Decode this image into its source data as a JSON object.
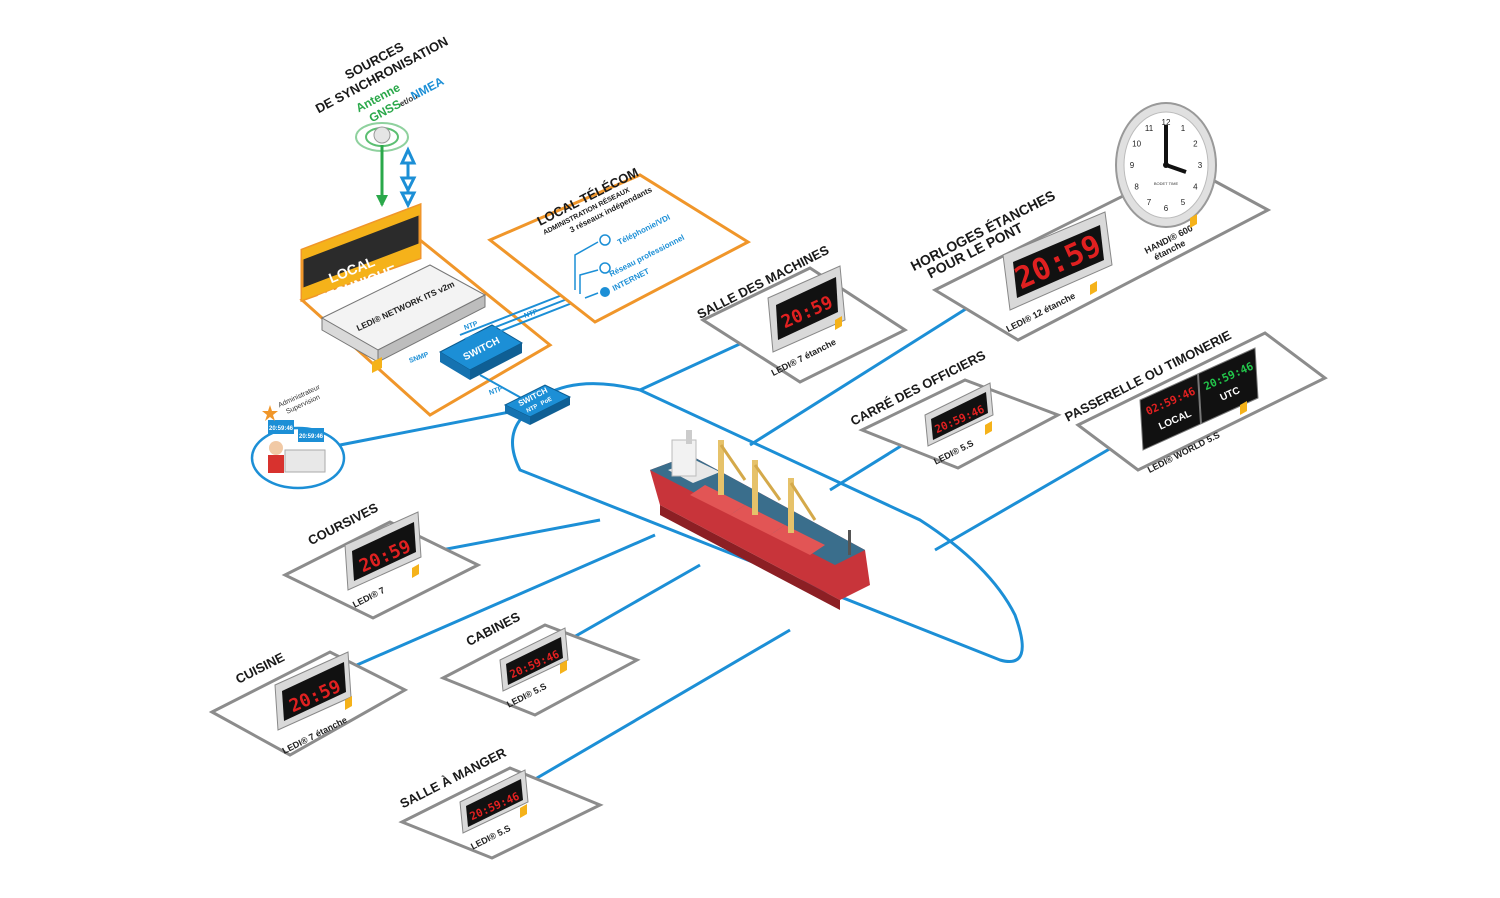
{
  "colors": {
    "network_line": "#1c8fd6",
    "zone_border": "#8c8c8c",
    "local_border": "#f0962a",
    "led_red": "#e02020",
    "led_green": "#22c44a",
    "ship_hull": "#c8343a",
    "gnss_green": "#2aa84a",
    "nmea_blue": "#1c8fd6"
  },
  "sources": {
    "title_line1": "SOURCES",
    "title_line2": "DE SYNCHRONISATION",
    "antenne": "Antenne",
    "gnss": "GNSS",
    "etou": "et/ou",
    "nmea": "NMEA"
  },
  "local_technique": {
    "title_line1": "LOCAL",
    "title_line2": "TECHNIQUE",
    "server_label": "LEDI® NETWORK ITS v2m",
    "switch_label": "SWITCH",
    "snmp": "SNMP",
    "ntp1": "NTP",
    "ntp2": "NTP",
    "ntp3": "NTP"
  },
  "switch2": {
    "line1": "SWITCH",
    "line2": "NTP",
    "line3": "PoE"
  },
  "local_telecom": {
    "title": "LOCAL TÉLÉCOM",
    "subtitle": "ADMINISTRATION RÉSEAUX",
    "networks_title": "3 réseaux indépendants",
    "net1": "Téléphonie/VDI",
    "net2": "Réseau professionnel",
    "net3": "INTERNET"
  },
  "admin": {
    "line1": "Administrateur",
    "line2": "Supervision",
    "screen1": "20:59:46",
    "screen2": "20:59:46"
  },
  "zones": {
    "salle_machines": {
      "title": "SALLE DES MACHINES",
      "device": "LEDI® 7 étanche",
      "time": "20:59"
    },
    "horloges": {
      "title_line1": "HORLOGES ÉTANCHES",
      "title_line2": "POUR LE PONT",
      "device": "LEDI® 12 étanche",
      "time": "20:59"
    },
    "handi": {
      "device_line1": "HANDI® 600",
      "device_line2": "étanche",
      "brand": "BODET TIME"
    },
    "carre": {
      "title": "CARRÉ DES OFFICIERS",
      "device": "LEDI® 5.S",
      "time": "20:59:46"
    },
    "passerelle": {
      "title": "PASSERELLE OU TIMONERIE",
      "device": "LEDI® WORLD 5.S",
      "time_local": "02:59:46",
      "time_utc": "20:59:46",
      "local_label": "LOCAL",
      "utc_label": "UTC"
    },
    "coursives": {
      "title": "COURSIVES",
      "device": "LEDI® 7",
      "time": "20:59"
    },
    "cuisine": {
      "title": "CUISINE",
      "device": "LEDI® 7 étanche",
      "time": "20:59"
    },
    "cabines": {
      "title": "CABINES",
      "device": "LEDI® 5.S",
      "time": "20:59:46"
    },
    "salle_manger": {
      "title": "SALLE À MANGER",
      "device": "LEDI® 5.S",
      "time": "20:59:46"
    }
  },
  "poe": "PoE",
  "clock_numbers": [
    "12",
    "1",
    "2",
    "3",
    "4",
    "5",
    "6",
    "7",
    "8",
    "9",
    "10",
    "11"
  ]
}
